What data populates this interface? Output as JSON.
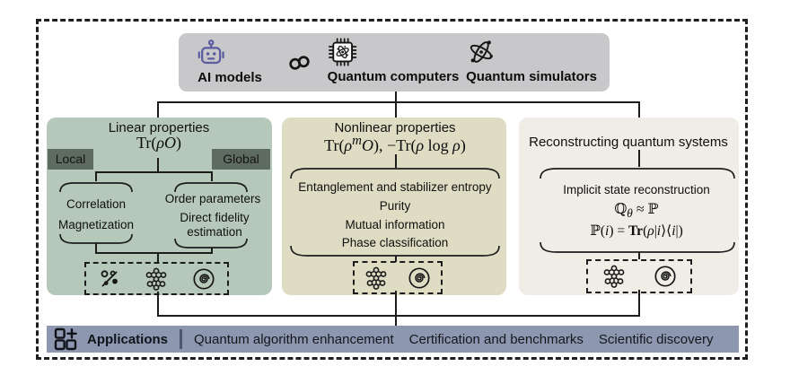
{
  "top_bar": {
    "groups": [
      {
        "icon": "robot-icon",
        "label": "AI models"
      },
      {
        "icon": "chip-icon",
        "label": "Quantum computers"
      },
      {
        "icon": "atom-icon",
        "label": "Quantum simulators"
      }
    ],
    "link_icon": "chain-link-icon"
  },
  "panels": {
    "linear": {
      "title": "Linear properties",
      "formula_html": "Tr(<i>ρO</i>)",
      "tag_left": "Local",
      "tag_right": "Global",
      "left_items": [
        "Correlation",
        "Magnetization"
      ],
      "right_items": [
        "Order parameters",
        "Direct fidelity estimation"
      ],
      "icons": [
        "sampling-icon",
        "network-icon",
        "spiral-icon"
      ]
    },
    "nonlinear": {
      "title": "Nonlinear properties",
      "formula_html": "Tr(<i>ρ<sup>m</sup>O</i>), −Tr(<i>ρ</i> log <i>ρ</i>)",
      "items": [
        "Entanglement and stabilizer entropy",
        "Purity",
        "Mutual information",
        "Phase classification"
      ],
      "icons": [
        "network-icon",
        "spiral-icon"
      ]
    },
    "reconstruction": {
      "title": "Reconstructing quantum systems",
      "item": "Implicit state reconstruction",
      "formula1_html": "ℚ<sub><i>θ</i></sub> ≈ ℙ",
      "formula2_html": "ℙ(<i>i</i>) = <b>Tr</b>(<i>ρ</i>|<i>i</i>⟩⟨<i>i</i>|)",
      "icons": [
        "network-icon",
        "spiral-icon"
      ]
    }
  },
  "applications": {
    "label": "Applications",
    "items": [
      "Quantum algorithm enhancement",
      "Certification and benchmarks",
      "Scientific discovery"
    ]
  },
  "colors": {
    "top_bar_bg": "#c8c8ca",
    "linear_panel_bg": "#b5c8ba",
    "tag_bg": "#5d6b60",
    "nonlinear_panel_bg": "#dedcc3",
    "reconstruction_panel_bg": "#f0ece6",
    "applications_bar_bg": "#8d98b0",
    "robot_accent": "#5b5ba0",
    "line_color": "#1c1c1c"
  }
}
